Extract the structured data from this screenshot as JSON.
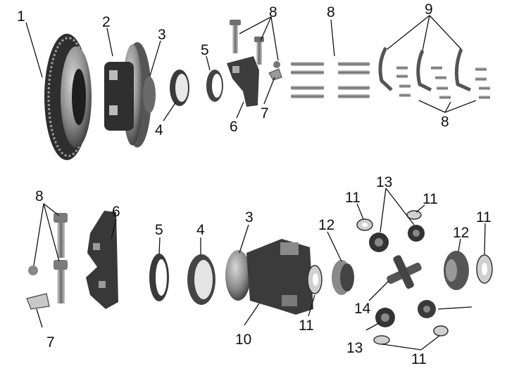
{
  "callouts": {
    "c1": "1",
    "c2": "2",
    "c3_top": "3",
    "c4_top": "4",
    "c5_top": "5",
    "c6_top": "6",
    "c7_top": "7",
    "c8_top_a": "8",
    "c8_top_b": "8",
    "c9": "9",
    "c8_top_c": "8",
    "c8_bot": "8",
    "c6_bot": "6",
    "c5_bot": "5",
    "c4_bot": "4",
    "c3_bot": "3",
    "c12_left": "12",
    "c11_upleft": "11",
    "c13_top": "13",
    "c11_upright": "11",
    "c11_right": "11",
    "c12_right": "12",
    "c7_bot": "7",
    "c10": "10",
    "c11_midleft": "11",
    "c14": "14",
    "c13_bot": "13",
    "c11_bottom": "11"
  },
  "colors": {
    "part_dark": "#3a3a3a",
    "part_mid": "#777777",
    "part_light": "#bdbdbd",
    "ink": "#111111"
  }
}
